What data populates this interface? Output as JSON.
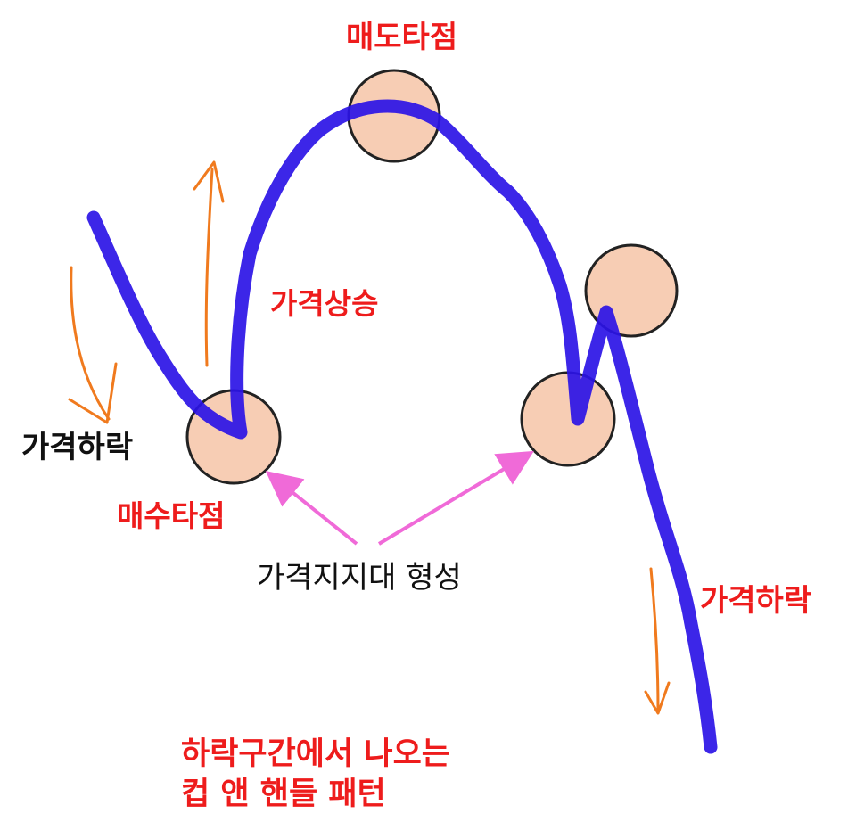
{
  "labels": {
    "sell_point": "매도타점",
    "price_rise": "가격상승",
    "price_fall_left": "가격하락",
    "buy_point": "매수타점",
    "support": "가격지지대 형성",
    "price_fall_right": "가격하락",
    "caption_line1": "하락구간에서 나오는",
    "caption_line2": "컵 앤 핸들 패턴"
  },
  "colors": {
    "price_line": "#2b14e6",
    "marker_fill": "#f7cdb4",
    "marker_stroke": "#222222",
    "trend_arrow": "#f07a1e",
    "pointer_arrow": "#f06ad8",
    "label_red": "#ee1c1c",
    "label_black": "#111111"
  }
}
